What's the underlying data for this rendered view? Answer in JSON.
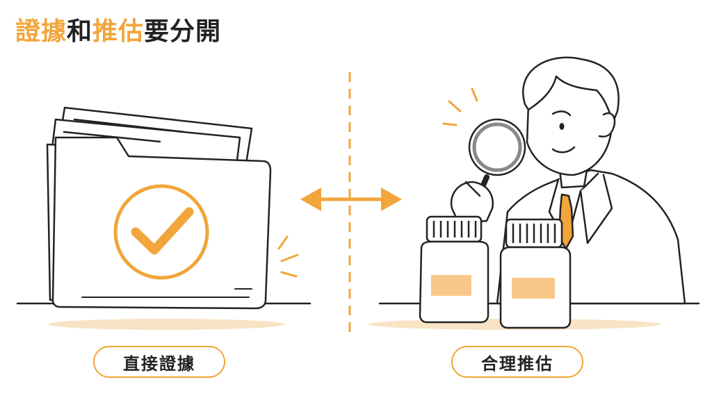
{
  "title": {
    "part1": "證據",
    "part2": "和",
    "part3": "推估",
    "part4": "要分開"
  },
  "left_label": "直接證據",
  "right_label": "合理推估",
  "colors": {
    "accent": "#F2A53A",
    "ink": "#222222",
    "label_fill": "#F8C88A"
  },
  "icons": {
    "left": "folder-check-icon",
    "center": "double-arrow-icon",
    "right": "person-magnifier-icon"
  }
}
